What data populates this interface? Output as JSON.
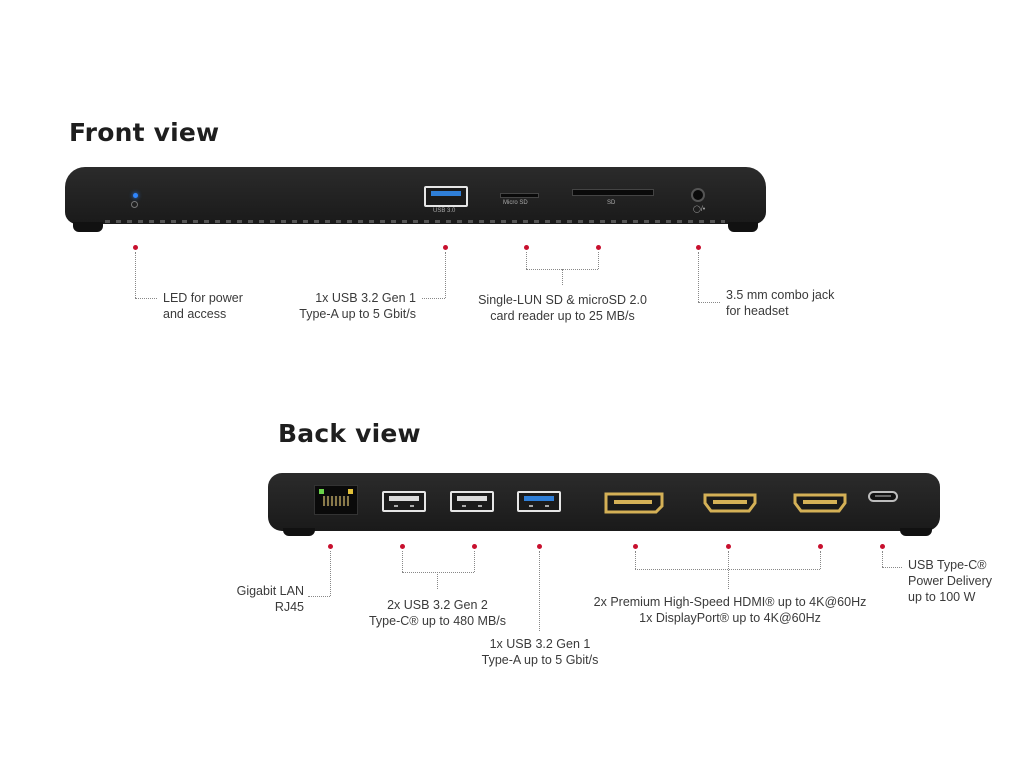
{
  "front": {
    "heading": "Front view",
    "port_labels": {
      "usb": "USB 3.0",
      "microsd": "Micro SD",
      "sd": "SD"
    },
    "callouts": {
      "led": [
        "LED for power",
        "and access"
      ],
      "usb": [
        "1x USB 3.2 Gen 1",
        "Type-A up to 5 Gbit/s"
      ],
      "card": [
        "Single-LUN SD & microSD 2.0",
        "card reader up to 25 MB/s"
      ],
      "audio": [
        "3.5 mm combo jack",
        "for headset"
      ]
    }
  },
  "back": {
    "heading": "Back view",
    "callouts": {
      "lan": [
        "Gigabit LAN",
        "RJ45"
      ],
      "usb2": [
        "2x USB 3.2 Gen 2",
        "Type-C® up to 480 MB/s"
      ],
      "usb1": [
        "1x USB 3.2 Gen 1",
        "Type-A up to 5 Gbit/s"
      ],
      "video": [
        "2x Premium High-Speed HDMI® up to 4K@60Hz",
        "1x DisplayPort® up to 4K@60Hz"
      ],
      "pd": [
        "USB Type-C®",
        "Power Delivery",
        "up to 100 W"
      ]
    }
  },
  "colors": {
    "marker": "#c8102e",
    "device": "#1e1e1e",
    "usb_blue": "#2f7fd8",
    "hdmi_gold": "#d4b056",
    "led": "#2f86ff"
  }
}
